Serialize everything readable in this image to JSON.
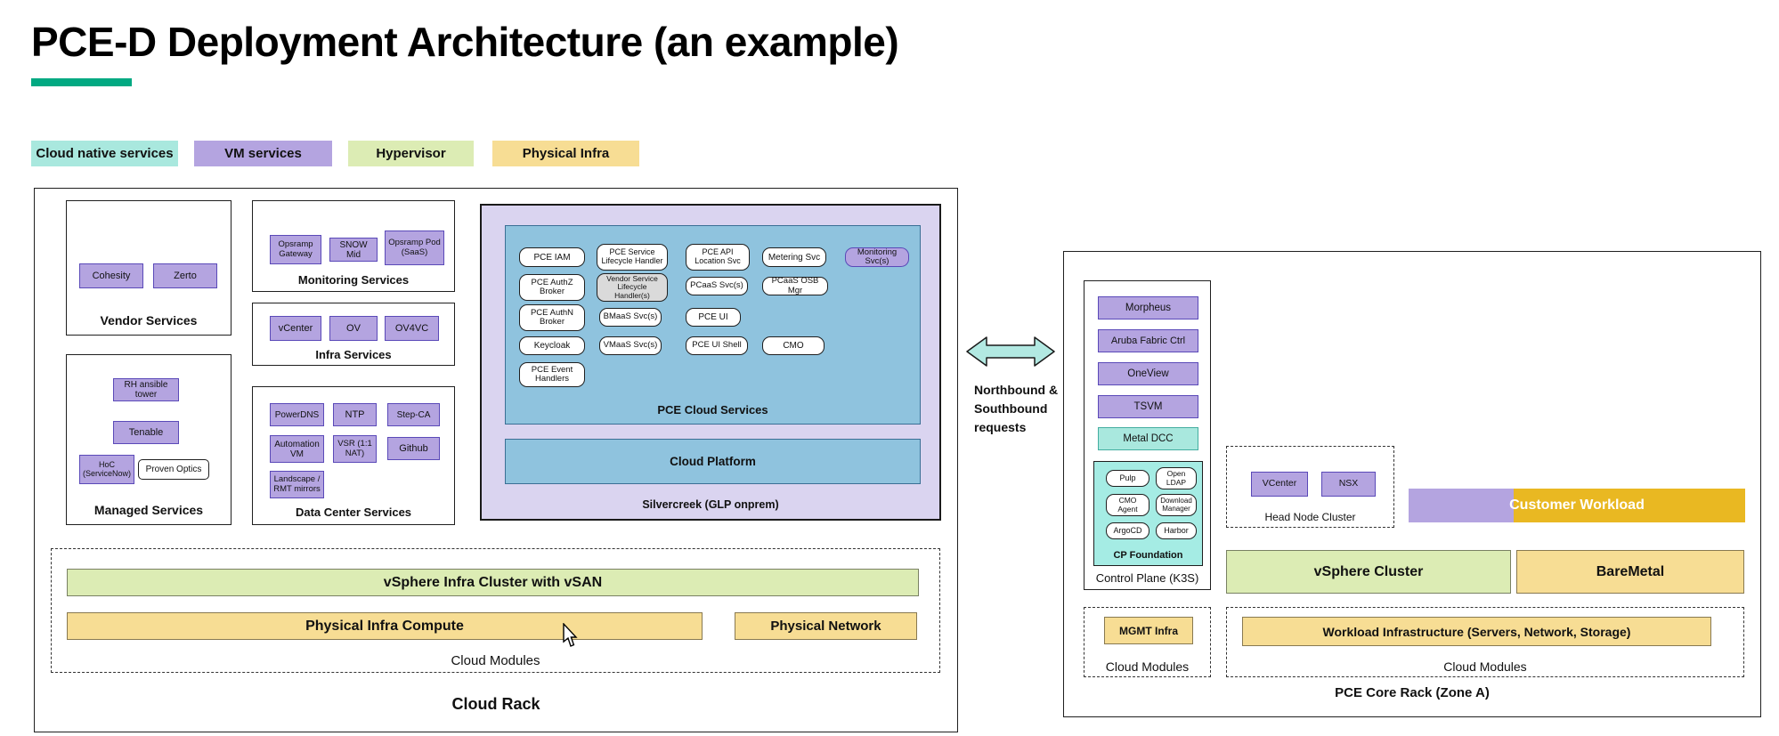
{
  "title": "PCE-D Deployment Architecture (an example)",
  "accent_color": "#01a982",
  "legend": {
    "items": [
      {
        "label": "Cloud native services",
        "color": "#a9e8de"
      },
      {
        "label": "VM services",
        "color": "#b4a4e0"
      },
      {
        "label": "Hypervisor",
        "color": "#dcecb4"
      },
      {
        "label": "Physical Infra",
        "color": "#f7dd94"
      }
    ]
  },
  "cloud_rack": {
    "title": "Cloud Rack",
    "vendor_services": {
      "title": "Vendor Services",
      "items": [
        "Cohesity",
        "Zerto"
      ]
    },
    "monitoring_services": {
      "title": "Monitoring Services",
      "items": [
        "Opsramp Gateway",
        "SNOW Mid",
        "Opsramp Pod (SaaS)"
      ]
    },
    "infra_services": {
      "title": "Infra Services",
      "items": [
        "vCenter",
        "OV",
        "OV4VC"
      ]
    },
    "managed_services": {
      "title": "Managed Services",
      "items": [
        "RH ansible tower",
        "Tenable",
        "HoC (ServiceNow)",
        "Proven Optics"
      ]
    },
    "data_center_services": {
      "title": "Data Center Services",
      "items": [
        "PowerDNS",
        "NTP",
        "Step-CA",
        "Automation VM",
        "VSR (1:1 NAT)",
        "Github",
        "Landscape / RMT mirrors"
      ]
    },
    "silvercreek": {
      "title": "Silvercreek (GLP onprem)",
      "pce_cloud_services": {
        "title": "PCE Cloud Services",
        "chips": [
          "PCE IAM",
          "PCE Service Lifecycle Handler",
          "PCE API Location Svc",
          "Metering Svc",
          "Monitoring Svc(s)",
          "PCE AuthZ Broker",
          "Vendor Service Lifecycle Handler(s)",
          "PCaaS Svc(s)",
          "PCaaS OSB Mgr",
          "PCE AuthN Broker",
          "BMaaS Svc(s)",
          "PCE UI",
          "Keycloak",
          "VMaaS Svc(s)",
          "PCE UI Shell",
          "CMO",
          "PCE Event Handlers"
        ]
      },
      "cloud_platform": "Cloud Platform"
    },
    "vsphere_bar": "vSphere Infra Cluster with vSAN",
    "physical_compute": "Physical Infra Compute",
    "physical_network": "Physical Network",
    "cloud_modules_label": "Cloud Modules"
  },
  "connector": {
    "label": "Northbound &\nSouthbound\nrequests"
  },
  "core_rack": {
    "title": "PCE Core Rack (Zone A)",
    "control_plane": {
      "title": "Control Plane (K3S)",
      "items": [
        "Morpheus",
        "Aruba Fabric Ctrl",
        "OneView",
        "TSVM",
        "Metal DCC"
      ],
      "cp_foundation": {
        "title": "CP Foundation",
        "items": [
          "Pulp",
          "Open LDAP",
          "CMO Agent",
          "Download Manager",
          "ArgoCD",
          "Harbor"
        ]
      }
    },
    "head_node_cluster": {
      "title": "Head Node Cluster",
      "items": [
        "VCenter",
        "NSX"
      ]
    },
    "customer_workload": "Customer Workload",
    "vsphere_cluster": "vSphere Cluster",
    "baremetal": "BareMetal",
    "cloud_modules_left": {
      "title": "Cloud Modules",
      "items": [
        "MGMT Infra"
      ]
    },
    "cloud_modules_right": {
      "title": "Cloud Modules",
      "items": [
        "Workload Infrastructure (Servers, Network, Storage)"
      ]
    }
  }
}
